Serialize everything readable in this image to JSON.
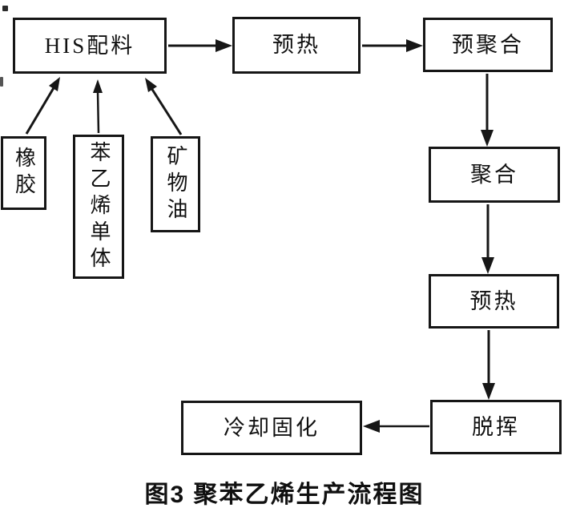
{
  "figure": {
    "caption": "图3 聚苯乙烯生产流程图"
  },
  "flowchart": {
    "type": "process-flow-diagram",
    "nodes": {
      "his": {
        "label": "HIS配料"
      },
      "preheat1": {
        "label": "预热"
      },
      "prepoly": {
        "label": "预聚合"
      },
      "poly": {
        "label": "聚合"
      },
      "preheat2": {
        "label": "预热"
      },
      "devol": {
        "label": "脱挥"
      },
      "cooling": {
        "label": "冷却固化"
      },
      "rubber": {
        "label": "橡胶"
      },
      "styrene": {
        "label": "苯乙烯单体"
      },
      "mineral": {
        "label": "矿物油"
      }
    },
    "edges": [
      {
        "from": "HIS配料",
        "to": "预热"
      },
      {
        "from": "预热",
        "to": "预聚合"
      },
      {
        "from": "预聚合",
        "to": "聚合"
      },
      {
        "from": "聚合",
        "to": "预热"
      },
      {
        "from": "预热",
        "to": "脱挥"
      },
      {
        "from": "脱挥",
        "to": "冷却固化"
      },
      {
        "from": "橡胶",
        "to": "HIS配料"
      },
      {
        "from": "苯乙烯单体",
        "to": "HIS配料"
      },
      {
        "from": "矿物油",
        "to": "HIS配料"
      }
    ]
  },
  "colors": {
    "ink": "#161616",
    "background": "#ffffff"
  }
}
